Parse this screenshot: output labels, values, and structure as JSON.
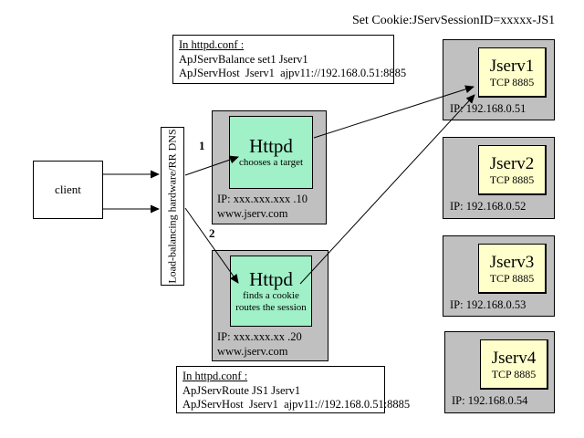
{
  "title": "Set Cookie:JServSessionID=xxxxx-JS1",
  "conf_top": {
    "heading": "In httpd.conf :",
    "line1": "ApJServBalance set1 Jserv1",
    "line2": "ApJServHost  Jserv1  ajpv11://192.168.0.51:8885"
  },
  "conf_bottom": {
    "heading": "In httpd.conf :",
    "line1": "ApJServRoute JS1 Jserv1",
    "line2": "ApJServHost  Jserv1  ajpv11://192.168.0.51:8885"
  },
  "client": {
    "label": "client"
  },
  "load_balancer": {
    "label": "Load-balancing hardware/RR DNS"
  },
  "httpd1": {
    "name": "Httpd",
    "subtitle": "chooses a target",
    "ip": "IP: xxx.xxx.xxx .10",
    "host": "www.jserv.com",
    "step": "1"
  },
  "httpd2": {
    "name": "Httpd",
    "subtitle1": "finds a cookie",
    "subtitle2": "routes the session",
    "ip": "IP: xxx.xxx.xx .20",
    "host": "www.jserv.com",
    "step": "2"
  },
  "jservs": [
    {
      "name": "Jserv1",
      "port": "TCP 8885",
      "ip": "IP: 192.168.0.51"
    },
    {
      "name": "Jserv2",
      "port": "TCP 8885",
      "ip": "IP: 192.168.0.52"
    },
    {
      "name": "Jserv3",
      "port": "TCP 8885",
      "ip": "IP: 192.168.0.53"
    },
    {
      "name": "Jserv4",
      "port": "TCP 8885",
      "ip": "IP: 192.168.0.54"
    }
  ],
  "colors": {
    "outer_gray": "#c0c0c0",
    "httpd_green": "#a0f0c8",
    "jserv_yellow": "#ffffcc"
  }
}
